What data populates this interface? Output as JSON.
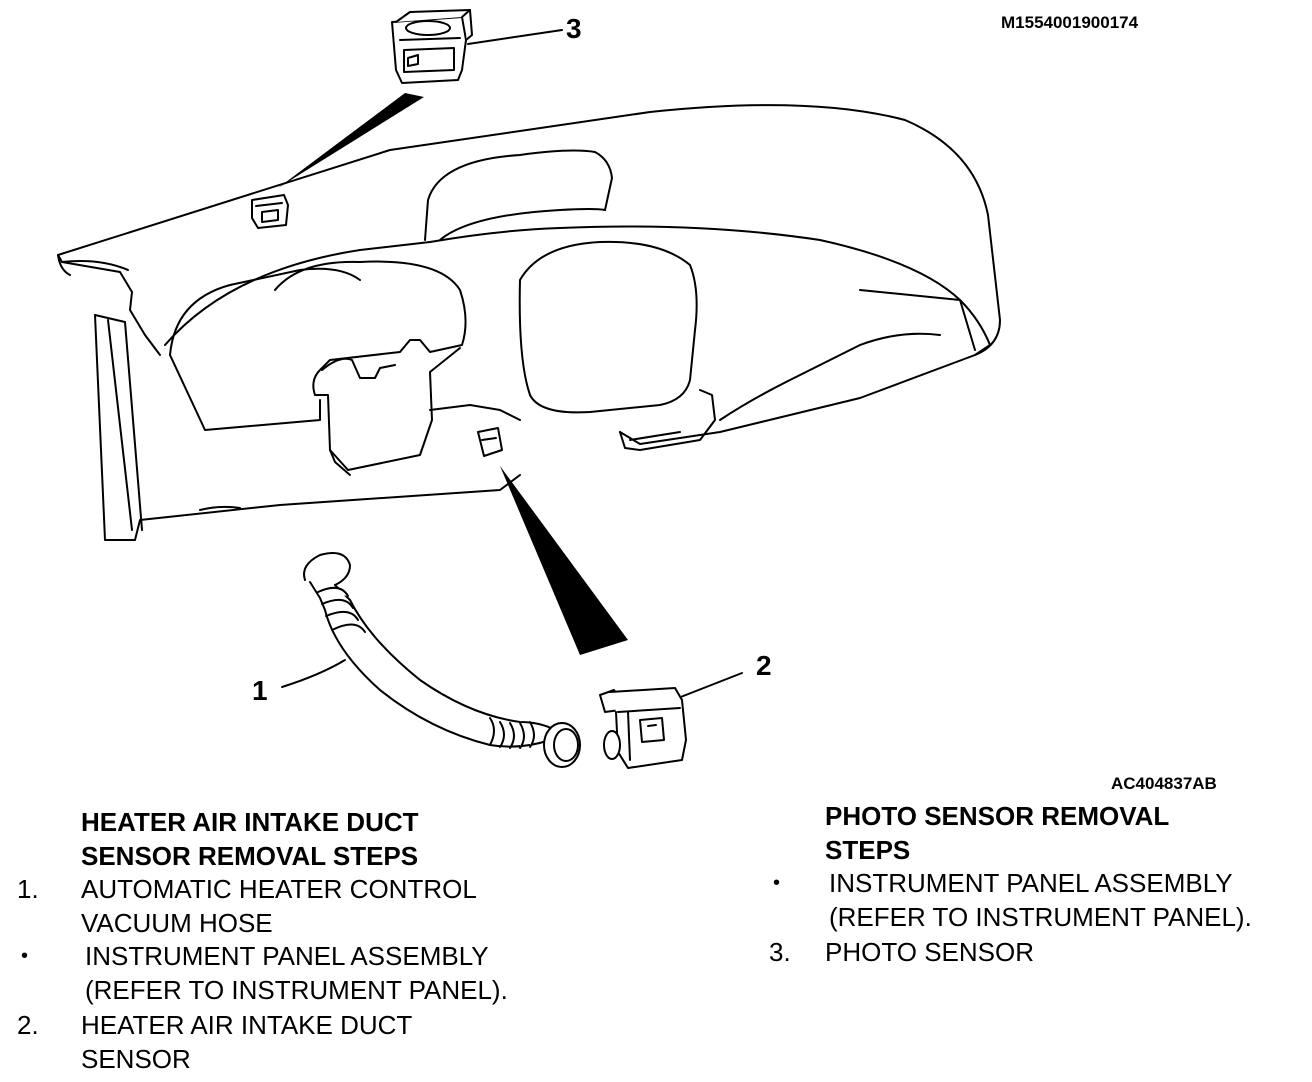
{
  "figure": {
    "doc_code": "M1554001900174",
    "image_code": "AC404837AB",
    "callouts": [
      "1",
      "2",
      "3"
    ]
  },
  "left_steps": {
    "heading_line1": "HEATER AIR INTAKE DUCT",
    "heading_line2": "SENSOR REMOVAL STEPS",
    "items": [
      {
        "marker": "1.",
        "text": "AUTOMATIC HEATER CONTROL\nVACUUM HOSE"
      },
      {
        "marker": "•",
        "text": "INSTRUMENT PANEL ASSEMBLY\n(REFER TO INSTRUMENT PANEL)."
      },
      {
        "marker": "2.",
        "text": "HEATER AIR INTAKE DUCT\nSENSOR"
      }
    ]
  },
  "right_steps": {
    "heading_line1": "PHOTO SENSOR REMOVAL",
    "heading_line2": "STEPS",
    "items": [
      {
        "marker": "•",
        "text": "INSTRUMENT PANEL ASSEMBLY\n(REFER TO INSTRUMENT PANEL)."
      },
      {
        "marker": "3.",
        "text": "PHOTO SENSOR"
      }
    ]
  }
}
